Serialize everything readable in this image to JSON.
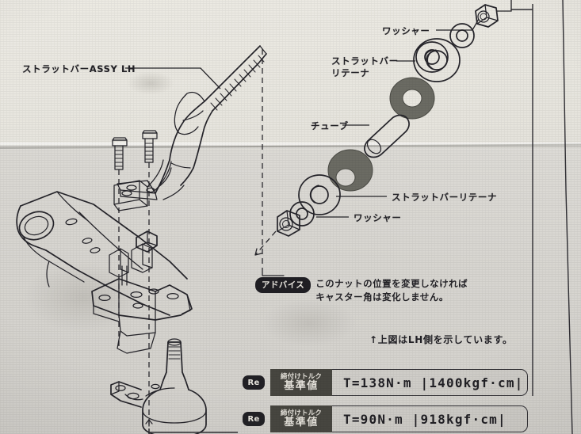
{
  "document": {
    "type": "automotive-service-manual-exploded-diagram",
    "language": "ja"
  },
  "labels": {
    "strut_bar_assy_lh": "ストラットバーASSY LH",
    "washer_top": "ワッシャー",
    "strut_bar_retainer_upper": "ストラットバー\nリテーナ",
    "tube": "チューブ",
    "strut_bar_retainer_lower": "ストラットバーリテーナ",
    "washer_lower": "ワッシャー"
  },
  "advice": {
    "badge": "アドバイス",
    "text": "このナットの位置を変更しなければ\nキャスター角は変化しません。"
  },
  "lh_note": "↑上図はLH側を示しています。",
  "torque_specs": [
    {
      "badge": "Re",
      "tag_small": "締付けトルク",
      "tag_large": "基準値",
      "value": "T=138N·m  |1400kgf·cm|"
    },
    {
      "badge": "Re",
      "tag_small": "締付けトルク",
      "tag_large": "基準値",
      "value": "T=90N·m  |918kgf·cm|"
    }
  ],
  "colors": {
    "paper_upper": "#eceae3",
    "paper_lower": "#d7d5d0",
    "ink": "#25242a",
    "badge_dark": "#201f24",
    "tag_gray": "#474640",
    "shaded_part": "#6b6b63"
  }
}
